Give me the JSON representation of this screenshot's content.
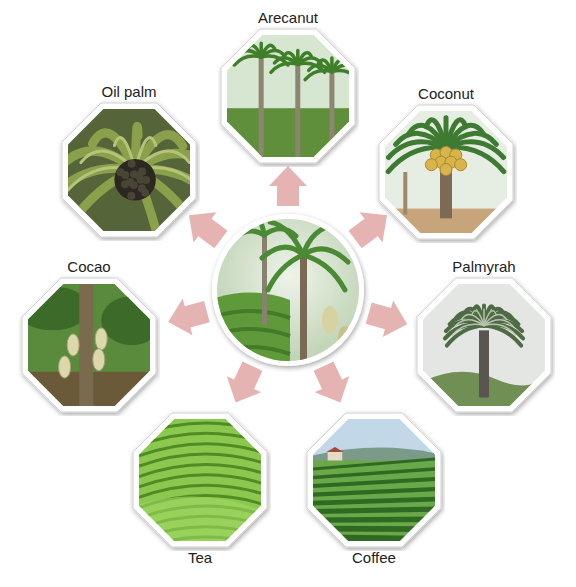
{
  "diagram": {
    "nodes": [
      {
        "text": [
          "Arecanut"
        ]
      },
      {
        "text": [
          "Coconut"
        ]
      },
      {
        "text": [
          "Palmyrah"
        ]
      },
      {
        "text": [
          "Coffee"
        ]
      },
      {
        "text": [
          "Tea"
        ]
      },
      {
        "text": [
          "Cocao"
        ]
      },
      {
        "text": [
          "Oil palm"
        ]
      }
    ]
  }
}
